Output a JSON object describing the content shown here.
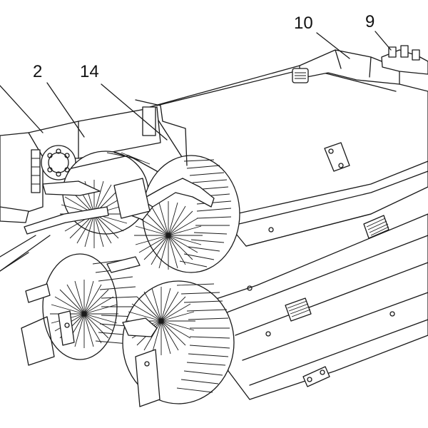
{
  "figure": {
    "reference_numerals": [
      {
        "id": "ref-2",
        "text": "2"
      },
      {
        "id": "ref-14",
        "text": "14"
      },
      {
        "id": "ref-10",
        "text": "10"
      },
      {
        "id": "ref-9",
        "text": "9"
      }
    ]
  },
  "colors": {
    "line": "#1a1a1a",
    "background": "#ffffff"
  }
}
